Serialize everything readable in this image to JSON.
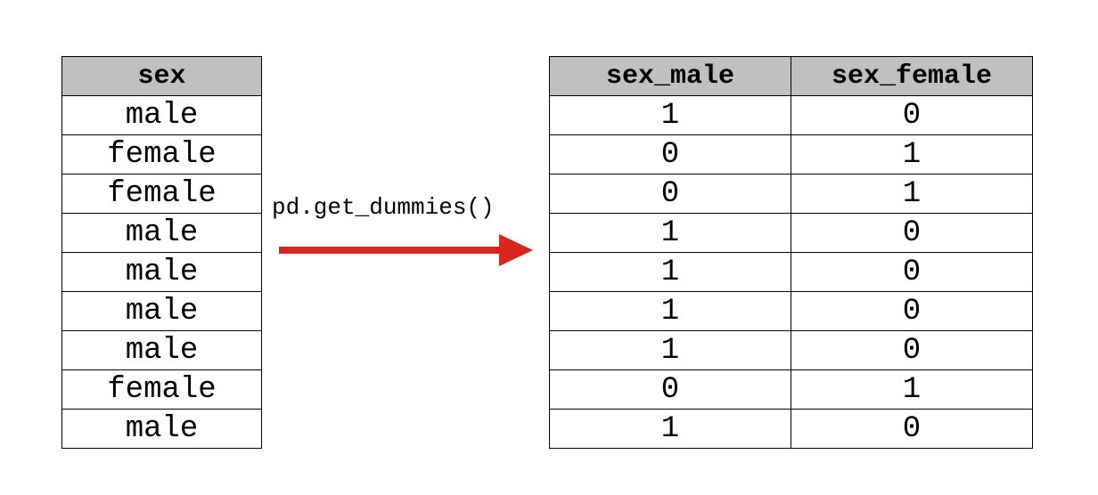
{
  "left_table": {
    "header": "sex",
    "rows": [
      "male",
      "female",
      "female",
      "male",
      "male",
      "male",
      "male",
      "female",
      "male"
    ]
  },
  "operation": {
    "label": "pd.get_dummies()",
    "arrow_color": "#d9261c"
  },
  "right_table": {
    "headers": [
      "sex_male",
      "sex_female"
    ],
    "rows": [
      [
        "1",
        "0"
      ],
      [
        "0",
        "1"
      ],
      [
        "0",
        "1"
      ],
      [
        "1",
        "0"
      ],
      [
        "1",
        "0"
      ],
      [
        "1",
        "0"
      ],
      [
        "1",
        "0"
      ],
      [
        "0",
        "1"
      ],
      [
        "1",
        "0"
      ]
    ]
  },
  "colors": {
    "header_bg": "#c0c0c0",
    "border": "#000000"
  }
}
